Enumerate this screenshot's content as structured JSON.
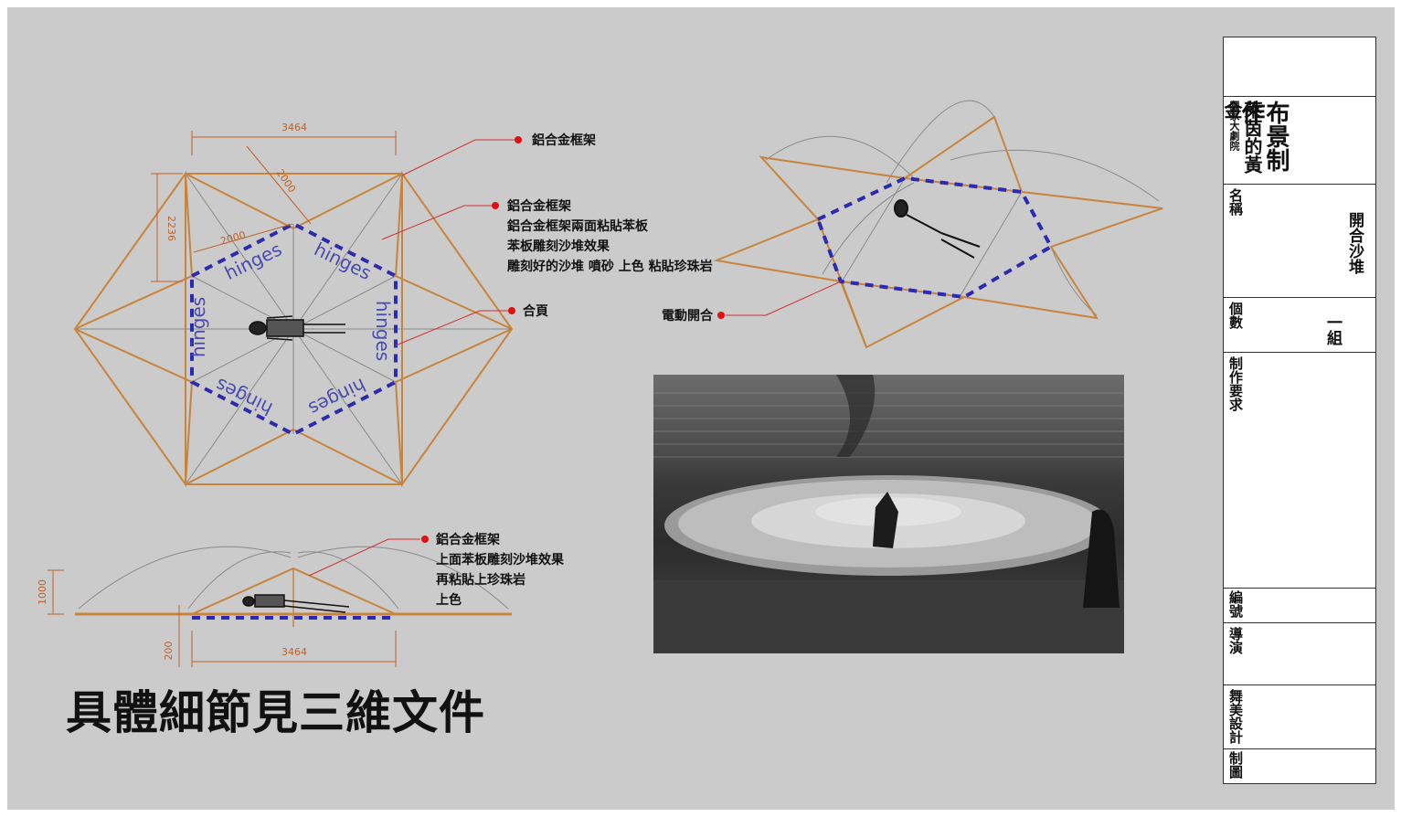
{
  "drawing": {
    "labels": {
      "frame_top": "鋁合金框架",
      "frame_detail": [
        "鋁合金框架",
        "鋁合金框架兩面粘貼苯板",
        "苯板雕刻沙堆效果",
        "雕刻好的沙堆 噴砂 上色 粘貼珍珠岩"
      ],
      "hinge": "合頁",
      "motor": "電動開合",
      "side_detail": [
        "鋁合金框架",
        "上面苯板雕刻沙堆效果",
        "再粘貼上珍珠岩",
        "上色"
      ]
    },
    "hinge_word": "hinges",
    "dims": {
      "top_width": "3464",
      "diag": "2000",
      "height": "2236",
      "edge": "2000",
      "side_height": "1000",
      "side_width": "3464",
      "side_base": "200"
    },
    "note": "具體細節見三維文件"
  },
  "title_block": {
    "org": "國家大劇院",
    "production": "萊茵的黃金",
    "heading": "布景制作",
    "name_label": "名稱",
    "name_value": "開合沙堆",
    "count_label": "個數",
    "count_value": "一組",
    "req_label": "制作要求",
    "code_label": "編號",
    "director_label": "導演",
    "designer_label": "舞美設計",
    "drafter_label": "制圖"
  },
  "colors": {
    "frame": "#c8843a",
    "hinge": "#2b2bb0",
    "callout": "#e01010",
    "leader": "#d03030"
  }
}
